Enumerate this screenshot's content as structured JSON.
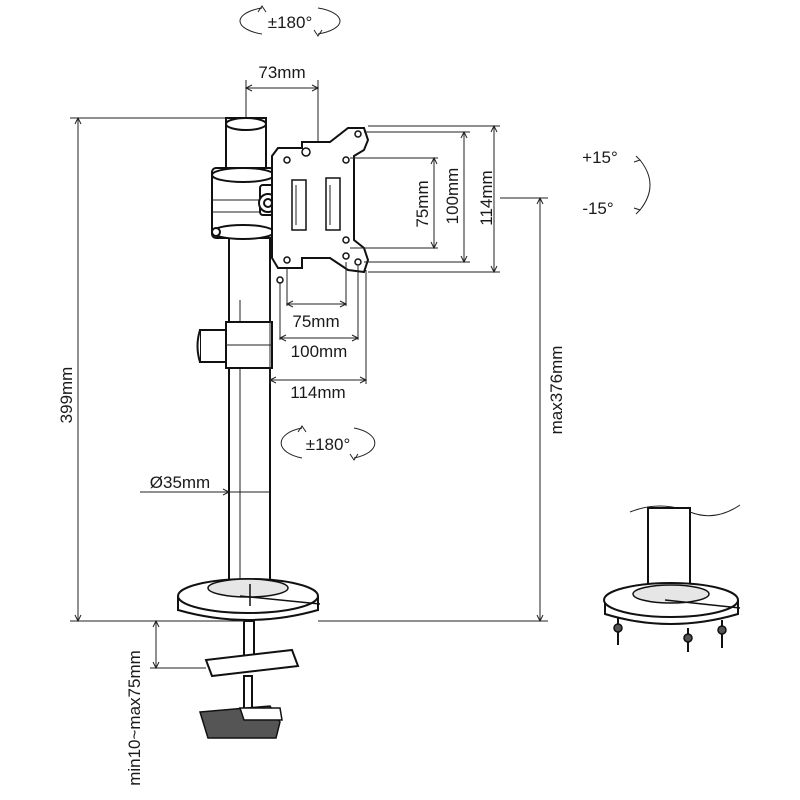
{
  "title": "Monitor desk mount dimension diagram",
  "labels": {
    "rotate_top": "±180°",
    "rotate_mid": "±180°",
    "tilt_up": "+15°",
    "tilt_down": "-15°",
    "offset": "73mm",
    "vesa_h_75": "75mm",
    "vesa_h_100": "100mm",
    "vesa_h_114": "114mm",
    "vesa_v_75": "75mm",
    "vesa_v_100": "100mm",
    "vesa_v_114": "114mm",
    "pole_height": "399mm",
    "max_height": "max376mm",
    "pole_diameter": "Ø35mm",
    "clamp_range": "min10~max75mm"
  },
  "colors": {
    "line": "#111111",
    "shade": "#e6e6e6",
    "dark": "#555555"
  }
}
